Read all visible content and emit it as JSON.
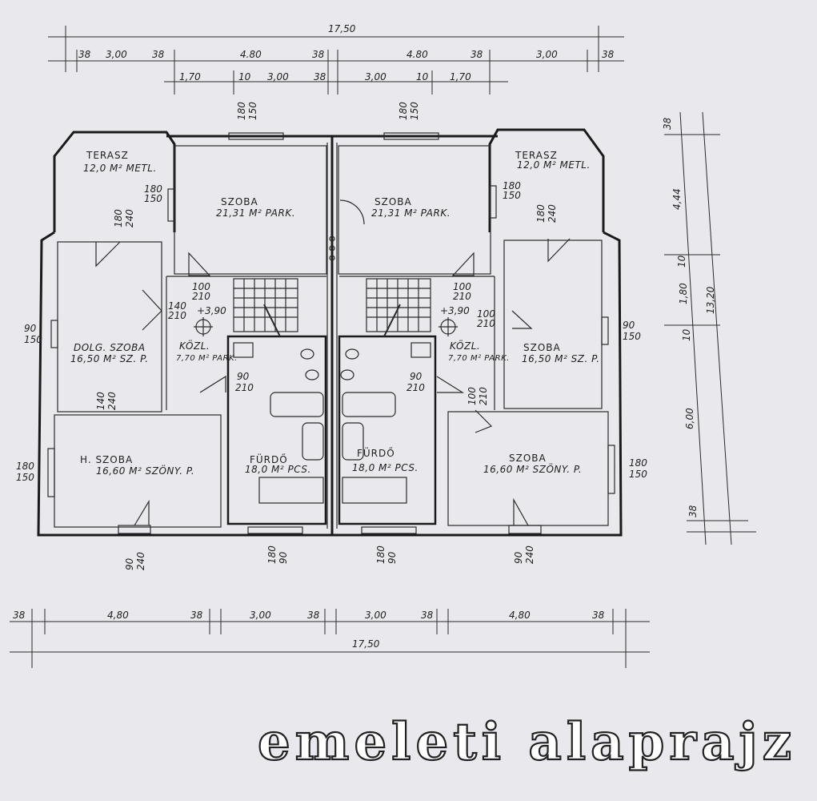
{
  "title": "emeleti alaprajz",
  "top_dims": {
    "overall": "17,50",
    "row1": [
      "38",
      "3,00",
      "38",
      "4.80",
      "38",
      "4.80",
      "38",
      "3,00",
      "38"
    ],
    "row2": [
      "1,70",
      "10",
      "3,00",
      "38",
      "3,00",
      "10",
      "1,70"
    ]
  },
  "bottom_dims": {
    "row1": [
      "38",
      "4,80",
      "38",
      "3,00",
      "38",
      "3,00",
      "38",
      "4,80",
      "38"
    ],
    "overall": "17,50"
  },
  "right_dims": {
    "inner": [
      "38",
      "4,44",
      "10",
      "1,80",
      "10",
      "6,00",
      "38"
    ],
    "overall": "13,20"
  },
  "rooms": [
    {
      "name": "TERASZ",
      "area": "12,0 M² METL."
    },
    {
      "name": "TERASZ",
      "area": "12,0 M² METL."
    },
    {
      "name": "SZOBA",
      "area": "21,31 M² PARK."
    },
    {
      "name": "SZOBA",
      "area": "21,31 M² PARK."
    },
    {
      "name": "DOLG. SZOBA",
      "area": "16,50 M² SZ. P."
    },
    {
      "name": "KÖZL.",
      "area": "7,70 M² PARK."
    },
    {
      "name": "KÖZL.",
      "area": "7,70 M² PARK."
    },
    {
      "name": "SZOBA",
      "area": "16,50 M² SZ. P."
    },
    {
      "name": "H. SZOBA",
      "area": "16,60 M² SZÖNY. P."
    },
    {
      "name": "FÜRDŐ",
      "area": "18,0 M² PCS."
    },
    {
      "name": "FÜRDŐ",
      "area": "18,0 M² PCS."
    },
    {
      "name": "SZOBA",
      "area": "16,60 M² SZÖNY. P."
    }
  ],
  "openings": {
    "win_180_150": [
      "180",
      "150"
    ],
    "win_90_150": [
      "90",
      "150"
    ],
    "door_90_210": [
      "90",
      "210"
    ],
    "door_100_210": [
      "100",
      "210"
    ],
    "door_140_210": [
      "140",
      "210"
    ],
    "door_140_240": [
      "140",
      "240"
    ],
    "door_180_240": [
      "180",
      "240"
    ],
    "door_90_240": [
      "90",
      "240"
    ],
    "win_180_90": [
      "180",
      "90"
    ],
    "level": "+3,90"
  }
}
